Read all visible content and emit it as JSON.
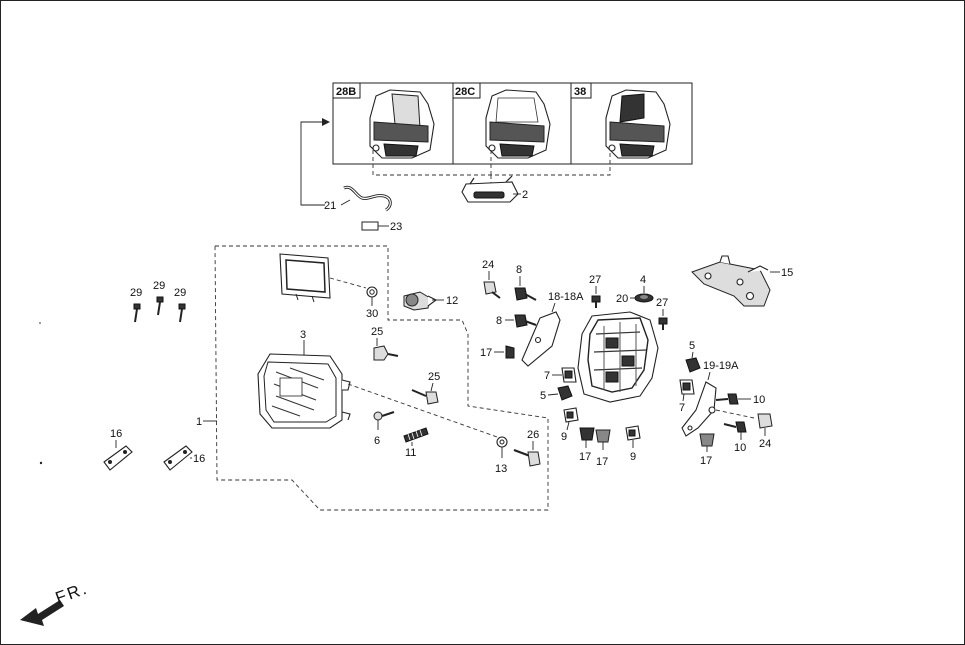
{
  "variants": [
    {
      "code": "28B"
    },
    {
      "code": "28C"
    },
    {
      "code": "38"
    }
  ],
  "callouts": {
    "c1": "1",
    "c2": "2",
    "c3": "3",
    "c4": "4",
    "c5a": "5",
    "c5b": "5",
    "c6": "6",
    "c7a": "7",
    "c7b": "7",
    "c8a": "8",
    "c8b": "8",
    "c9a": "9",
    "c9b": "9",
    "c10a": "10",
    "c10b": "10",
    "c11": "11",
    "c12": "12",
    "c13": "13",
    "c15": "15",
    "c16a": "16",
    "c16b": "16",
    "c17a": "17",
    "c17b": "17",
    "c17c": "17",
    "c17d": "17",
    "c18": "18-18A",
    "c19": "19-19A",
    "c20": "20",
    "c21": "21",
    "c23": "23",
    "c24a": "24",
    "c24b": "24",
    "c25a": "25",
    "c25b": "25",
    "c26": "26",
    "c27a": "27",
    "c27b": "27",
    "c29a": "29",
    "c29b": "29",
    "c29c": "29",
    "c30": "30"
  },
  "direction": {
    "label": "FR."
  }
}
